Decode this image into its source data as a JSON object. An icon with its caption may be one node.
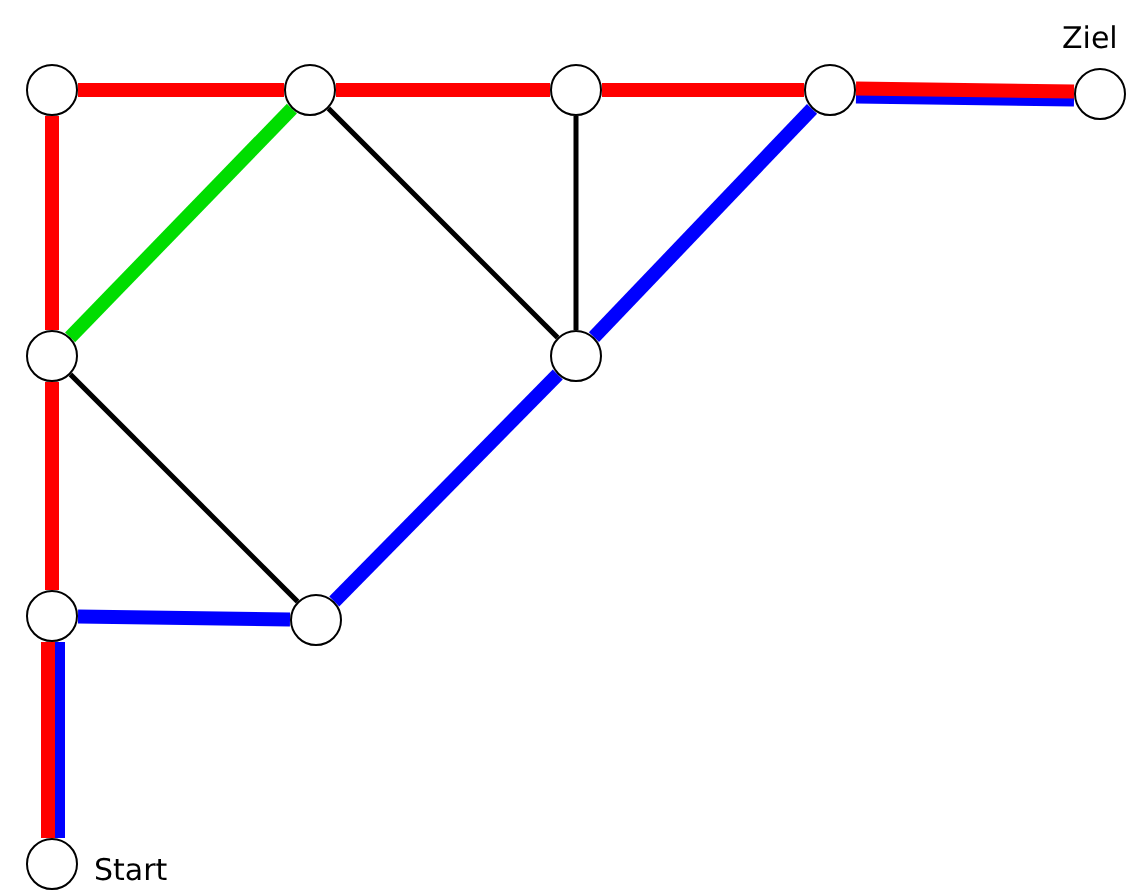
{
  "diagram": {
    "nodes": [
      {
        "text": [],
        "shape": "circle"
      },
      {
        "text": [],
        "shape": "circle"
      },
      {
        "text": [],
        "shape": "circle"
      },
      {
        "text": [],
        "shape": "circle"
      },
      {
        "text": [],
        "shape": "circle",
        "beside": [
          "Ziel"
        ]
      },
      {
        "text": [],
        "shape": "circle"
      },
      {
        "text": [],
        "shape": "circle"
      },
      {
        "text": [],
        "shape": "circle"
      },
      {
        "text": [],
        "shape": "circle"
      },
      {
        "text": [],
        "shape": "circle",
        "beside": [
          "Start"
        ]
      }
    ],
    "edges": [
      {
        "from": 9,
        "to": 7,
        "arrow": "none",
        "color": "#ff0000"
      },
      {
        "from": 7,
        "to": 5,
        "arrow": "none",
        "color": "#ff0000"
      },
      {
        "from": 5,
        "to": 0,
        "arrow": "none",
        "color": "#ff0000"
      },
      {
        "from": 0,
        "to": 1,
        "arrow": "none",
        "color": "#ff0000"
      },
      {
        "from": 1,
        "to": 2,
        "arrow": "none",
        "color": "#ff0000"
      },
      {
        "from": 2,
        "to": 3,
        "arrow": "none",
        "color": "#ff0000"
      },
      {
        "from": 3,
        "to": 4,
        "arrow": "none",
        "color": "#ff0000"
      },
      {
        "from": 9,
        "to": 7,
        "arrow": "none",
        "color": "#0000ff"
      },
      {
        "from": 7,
        "to": 8,
        "arrow": "none",
        "color": "#0000ff"
      },
      {
        "from": 8,
        "to": 6,
        "arrow": "none",
        "color": "#0000ff"
      },
      {
        "from": 6,
        "to": 3,
        "arrow": "none",
        "color": "#0000ff"
      },
      {
        "from": 3,
        "to": 4,
        "arrow": "none",
        "color": "#0000ff"
      },
      {
        "from": 5,
        "to": 1,
        "arrow": "none",
        "color": "#00dd00"
      },
      {
        "from": 1,
        "to": 6,
        "arrow": "none",
        "color": "#000000"
      },
      {
        "from": 2,
        "to": 6,
        "arrow": "none",
        "color": "#000000"
      },
      {
        "from": 5,
        "to": 8,
        "arrow": "none",
        "color": "#000000"
      }
    ]
  }
}
